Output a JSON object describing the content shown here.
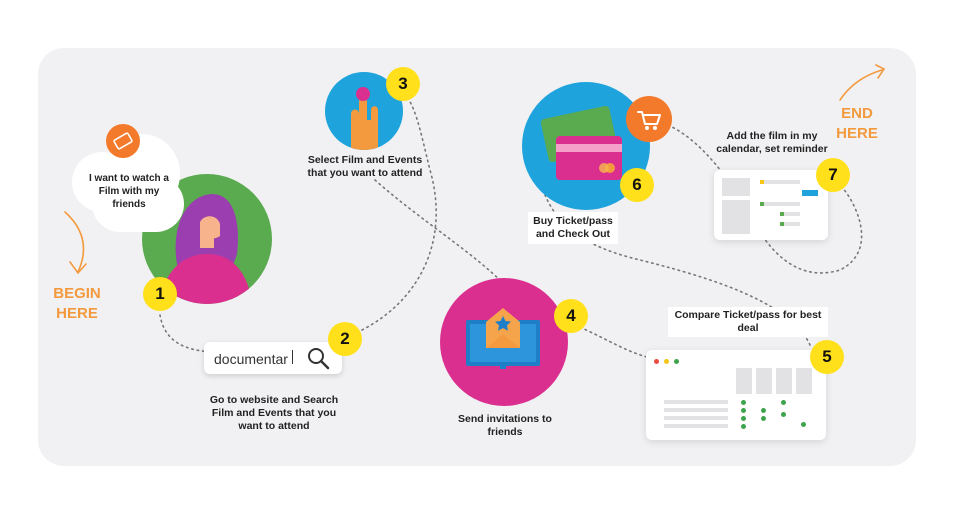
{
  "start": {
    "line1": "BEGIN",
    "line2": "HERE"
  },
  "end": {
    "line1": "END",
    "line2": "HERE"
  },
  "bubble": {
    "text": "I want to watch a Film with my friends",
    "icon": "ticket-icon"
  },
  "search": {
    "value": "documentar"
  },
  "steps": [
    {
      "number": "1",
      "caption": ""
    },
    {
      "number": "2",
      "caption": "Go to website and Search Film and Events that you want to attend"
    },
    {
      "number": "3",
      "caption": "Select Film and Events that you want to attend"
    },
    {
      "number": "4",
      "caption": "Send invitations to friends"
    },
    {
      "number": "5",
      "caption": "Compare Ticket/pass for best deal"
    },
    {
      "number": "6",
      "caption": "Buy Ticket/pass and Check Out"
    },
    {
      "number": "7",
      "caption": "Add the film in my calendar, set reminder"
    }
  ],
  "colors": {
    "green": "#5aab4f",
    "blue": "#1fa3dc",
    "magenta": "#db2f8f",
    "orange": "#f39a3e",
    "yellow": "#ffe01b",
    "panel": "#f1f1f3"
  }
}
